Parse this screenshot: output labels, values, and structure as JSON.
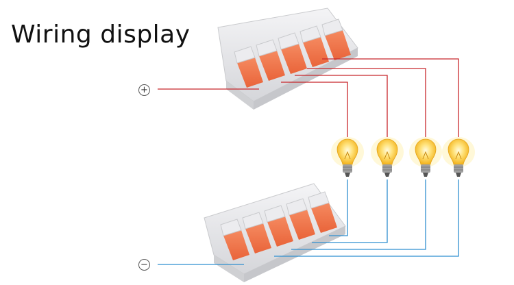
{
  "title": "Wiring display",
  "terminals": {
    "positive": "⊕",
    "negative": "⊖"
  },
  "colors": {
    "live_wire": "#c8262b",
    "neutral_wire": "#2f8fd0",
    "lever": "#f2754a",
    "lever_dark": "#d85a34",
    "housing": "#dcdde0",
    "bulb_glow": "#ffd24a",
    "bulb_base": "#9a9a9a"
  },
  "connectors": [
    {
      "name": "top-connector",
      "levers": 5
    },
    {
      "name": "bottom-connector",
      "levers": 5
    }
  ],
  "bulbs": 4
}
